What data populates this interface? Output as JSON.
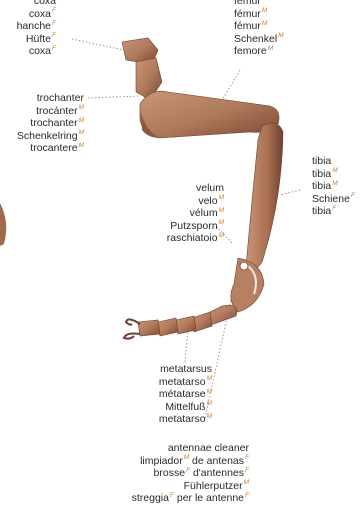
{
  "colors": {
    "segment": "#b07a5c",
    "segment_dark": "#7a4a34",
    "gender_marker": "#d07a2a",
    "leader": "#9a9a9a"
  },
  "labels": {
    "coxa": [
      {
        "text": "coxa",
        "g": ""
      },
      {
        "text": "coxa",
        "g": "F"
      },
      {
        "text": "hanche",
        "g": "F"
      },
      {
        "text": "Hüfte",
        "g": "F"
      },
      {
        "text": "coxa",
        "g": "F"
      }
    ],
    "femur": [
      {
        "text": "femur",
        "g": ""
      },
      {
        "text": "fémur",
        "g": "M"
      },
      {
        "text": "fémur",
        "g": "M"
      },
      {
        "text": "Schenkel",
        "g": "M"
      },
      {
        "text": "femore",
        "g": "M"
      }
    ],
    "trochanter": [
      {
        "text": "trochanter",
        "g": ""
      },
      {
        "text": "trocánter",
        "g": "M"
      },
      {
        "text": "trochanter",
        "g": "M"
      },
      {
        "text": "Schenkelring",
        "g": "M"
      },
      {
        "text": "trocantere",
        "g": "M"
      }
    ],
    "tibia": [
      {
        "text": "tibia",
        "g": ""
      },
      {
        "text": "tibia",
        "g": "M"
      },
      {
        "text": "tibia",
        "g": "M"
      },
      {
        "text": "Schiene",
        "g": "F"
      },
      {
        "text": "tibia",
        "g": "F"
      }
    ],
    "velum": [
      {
        "text": "velum",
        "g": ""
      },
      {
        "text": "velo",
        "g": "M"
      },
      {
        "text": "vélum",
        "g": "M"
      },
      {
        "text": "Putzsporn",
        "g": "M"
      },
      {
        "text": "raschiatoio",
        "g": "M"
      }
    ],
    "metatarsus": [
      {
        "text": "metatarsus",
        "g": ""
      },
      {
        "text": "metatarso",
        "g": "M"
      },
      {
        "text": "métatarse",
        "g": "M"
      },
      {
        "text": "Mittelfuß",
        "g": "M"
      },
      {
        "text": "metatarso",
        "g": "M"
      }
    ],
    "antennae_cleaner": [
      {
        "text": "antennae cleaner",
        "g": ""
      },
      {
        "text": "limpiador de antenas",
        "g": "M",
        "g2": "F",
        "split": "limpiador",
        "rest": " de antenas"
      },
      {
        "text": "brosse d'antennes",
        "g": "F",
        "g2": "F",
        "split": "brosse",
        "rest": " d'antennes"
      },
      {
        "text": "Fühlerputzer",
        "g": "M"
      },
      {
        "text": "streggia per le antenne",
        "g": "F",
        "g2": "F",
        "split": "streggia",
        "rest": " per le antenne"
      }
    ]
  }
}
